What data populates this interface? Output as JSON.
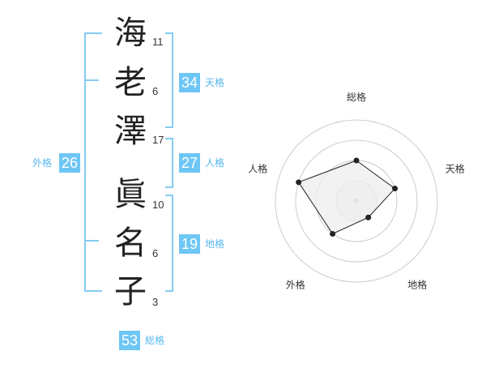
{
  "name_chars": [
    {
      "char": "海",
      "strokes": "11"
    },
    {
      "char": "老",
      "strokes": "6"
    },
    {
      "char": "澤",
      "strokes": "17"
    },
    {
      "char": "眞",
      "strokes": "10"
    },
    {
      "char": "名",
      "strokes": "6"
    },
    {
      "char": "子",
      "strokes": "3"
    }
  ],
  "fortunes": {
    "tenkaku": {
      "value": "34",
      "label": "天格"
    },
    "jinkaku": {
      "value": "27",
      "label": "人格"
    },
    "chikaku": {
      "value": "19",
      "label": "地格"
    },
    "gaikaku": {
      "value": "26",
      "label": "外格"
    },
    "soukaku": {
      "value": "53",
      "label": "総格"
    }
  },
  "chart_data": {
    "type": "radar",
    "axes": [
      "総格",
      "天格",
      "地格",
      "外格",
      "人格"
    ],
    "values": [
      0.5,
      0.5,
      0.25,
      0.5,
      0.75
    ],
    "rings": 4,
    "colors": {
      "fill": "#eeeeee",
      "stroke": "#222222",
      "grid": "#cccccc"
    }
  }
}
